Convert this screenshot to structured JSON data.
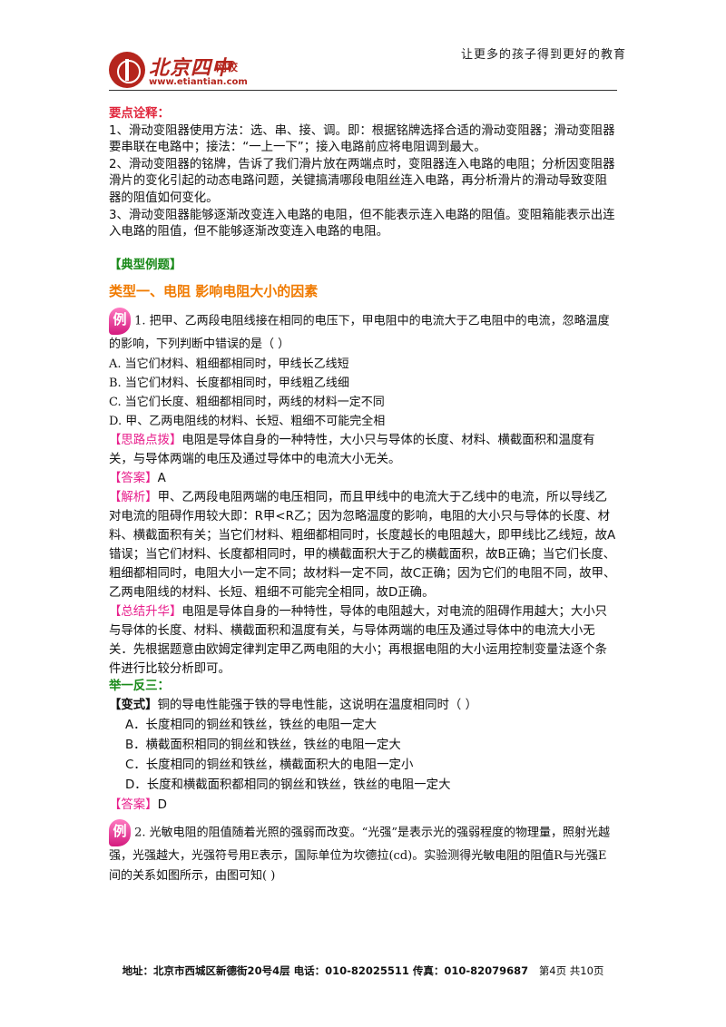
{
  "header": {
    "logo_text": "北京四中",
    "logo_sub": "网校",
    "logo_url": "www.etiantian.com",
    "slogan": "让更多的孩子得到更好的教育"
  },
  "key_points": {
    "title": "要点诠释：",
    "items": [
      "1、滑动变阻器使用方法：选、串、接、调。即：根据铭牌选择合适的滑动变阻器；滑动变阻器要串联在电路中；接法：“一上一下”；接入电路前应将电阻调到最大。",
      "2、滑动变阻器的铭牌，告诉了我们滑片放在两端点时，变阻器连入电路的电阻；分析因变阻器滑片的变化引起的动态电路问题，关键搞清哪段电阻丝连入电路，再分析滑片的滑动导致变阻器的阻值如何变化。",
      "3、滑动变阻器能够逐渐改变连入电路的电阻，但不能表示连入电路的阻值。变阻箱能表示出连入电路的阻值，但不能够逐渐改变连入电路的电阻。"
    ]
  },
  "examples_heading": "【典型例题】",
  "type1_heading": "类型一、电阻  影响电阻大小的因素",
  "badge_char": "例",
  "q1": {
    "stem": "1. 把甲、乙两段电阻线接在相同的电压下，甲电阻中的电流大于乙电阻中的电流，忽略温度的影响，下列判断中错误的是（      ）",
    "options": [
      "A. 当它们材料、粗细都相同时，甲线长乙线短",
      "B. 当它们材料、长度都相同时，甲线粗乙线细",
      "C. 当它们长度、粗细都相同时，两线的材料一定不同",
      "D. 甲、乙两电阻线的材料、长短、粗细不可能完全相"
    ],
    "hint_label": "【思路点拨】",
    "hint": "电阻是导体自身的一种特性，大小只与导体的长度、材料、横截面积和温度有关，与导体两端的电压及通过导体中的电流大小无关。",
    "answer_label": "【答案】",
    "answer": "A",
    "analysis_label": "【解析】",
    "analysis": "甲、乙两段电阻两端的电压相同，而且甲线中的电流大于乙线中的电流，所以导线乙对电流的阻碍作用较大即：R甲<R乙；因为忽略温度的影响，电阻的大小只与导体的长度、材料、横截面积有关；当它们材料、粗细都相同时，长度越长的电阻越大，即甲线比乙线短，故A错误；当它们材料、长度都相同时，甲的横截面积大于乙的横截面积，故B正确；当它们长度、粗细都相同时，电阻大小一定不同；故材料一定不同，故C正确；因为它们的电阻不同，故甲、乙两电阻线的材料、长短、粗细不可能完全相同，故D正确。",
    "summary_label": "【总结升华】",
    "summary": "电阻是导体自身的一种特性，导体的电阻越大，对电流的阻碍作用越大；大小只与导体的长度、材料、横截面积和温度有关，与导体两端的电压及通过导体中的电流大小无关．先根据题意由欧姆定律判定甲乙两电阻的大小；再根据电阻的大小运用控制变量法逐个条件进行比较分析即可。"
  },
  "drill": {
    "title": "举一反三：",
    "variant_label": "【变式】",
    "variant": "铜的导电性能强于铁的导电性能，这说明在温度相同时（      ）",
    "options": [
      "A．长度相同的铜丝和铁丝，铁丝的电阻一定大",
      "B．横截面积相同的铜丝和铁丝，铁丝的电阻一定大",
      "C．长度相同的铜丝和铁丝，横截面积大的电阻一定小",
      "D．长度和横截面积都相同的钢丝和铁丝，铁丝的电阻一定大"
    ],
    "answer_label": "【答案】",
    "answer": "D"
  },
  "q2": {
    "stem": "2. 光敏电阻的阻值随着光照的强弱而改变。“光强”是表示光的强弱程度的物理量，照射光越强，光强越大，光强符号用E表示，国际单位为坎德拉(cd)。实验测得光敏电阻的阻值R与光强E间的关系如图所示，由图可知(      )"
  },
  "footer": {
    "address": "地址：北京市西城区新德街20号4层  电话：010-82025511  传真：010-82079687",
    "page": "第4页  共10页"
  }
}
